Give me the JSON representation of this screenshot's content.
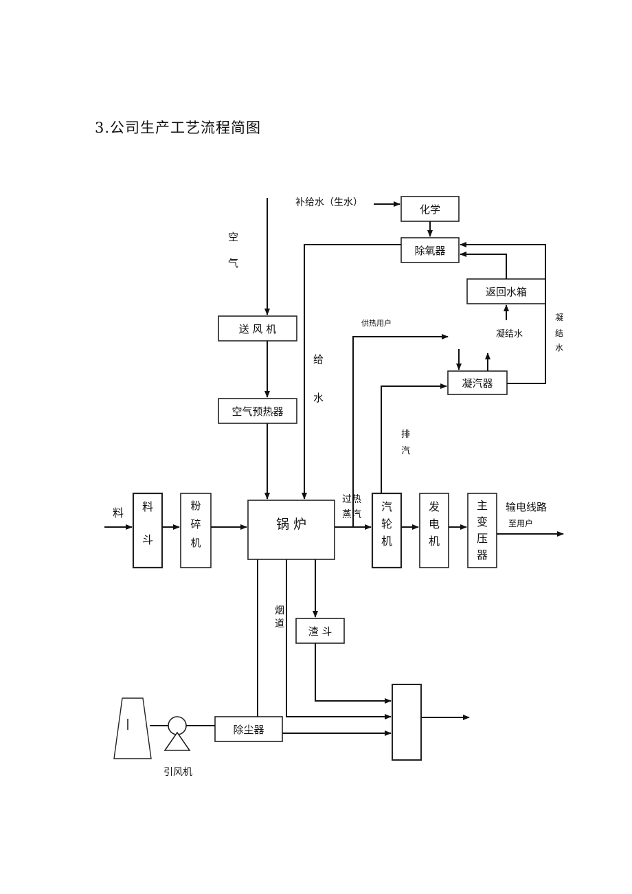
{
  "heading": "3.公司生产工艺流程简图",
  "nodes": {
    "chemistry": "化学",
    "deaerator": "除氧器",
    "return_tank": "返回水箱",
    "blower": "送 风 机",
    "air_preheater": "空气预热器",
    "condenser": "凝汽器",
    "hopper": [
      "料",
      "斗"
    ],
    "crusher": [
      "粉",
      "碎",
      "机"
    ],
    "boiler": "锅 炉",
    "turbine": [
      "汽",
      "轮",
      "机"
    ],
    "generator": [
      "发",
      "电",
      "机"
    ],
    "transformer": [
      "主",
      "变",
      "压",
      "器"
    ],
    "slag_hopper": "渣 斗",
    "dust_collector": "除尘器"
  },
  "labels": {
    "makeup_water": "补给水（生水）",
    "air": [
      "空",
      "气"
    ],
    "feed_water": [
      "给",
      "水"
    ],
    "heat_supply": "供热用户",
    "condensate": "凝结水",
    "condensate_side": [
      "凝",
      "结",
      "水"
    ],
    "exhaust": [
      "排",
      "汽"
    ],
    "superheated_steam": [
      "过热",
      "蒸汽"
    ],
    "transmission": "输电线路",
    "to_user": "至用户",
    "fuel": "料",
    "flue": [
      "烟",
      "道"
    ],
    "induced_fan": "引风机"
  }
}
